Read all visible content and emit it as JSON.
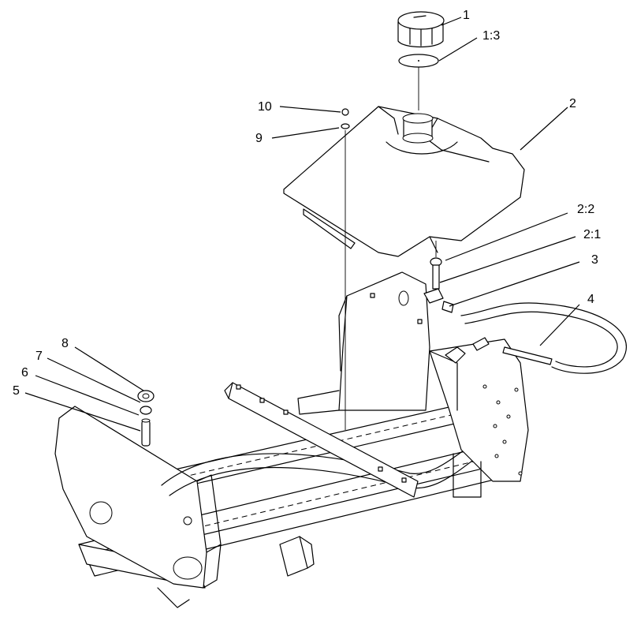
{
  "callouts": [
    {
      "key": "c1",
      "label": "1"
    },
    {
      "key": "c1_3",
      "label": "1:3"
    },
    {
      "key": "c2",
      "label": "2"
    },
    {
      "key": "c2_2",
      "label": "2:2"
    },
    {
      "key": "c2_1",
      "label": "2:1"
    },
    {
      "key": "c3",
      "label": "3"
    },
    {
      "key": "c4",
      "label": "4"
    },
    {
      "key": "c5",
      "label": "5"
    },
    {
      "key": "c6",
      "label": "6"
    },
    {
      "key": "c7",
      "label": "7"
    },
    {
      "key": "c8",
      "label": "8"
    },
    {
      "key": "c9",
      "label": "9"
    },
    {
      "key": "c10",
      "label": "10"
    }
  ]
}
